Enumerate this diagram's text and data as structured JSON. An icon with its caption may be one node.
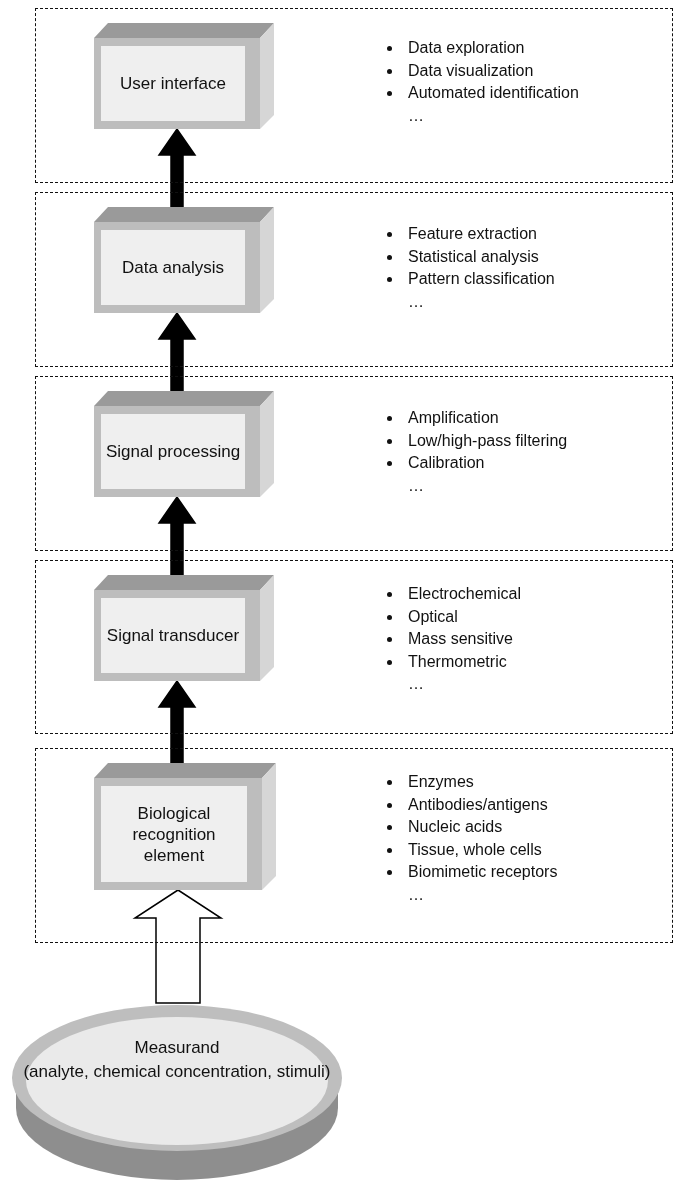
{
  "diagram": {
    "nodes": [
      {
        "text": [
          "Data exploration",
          "Data visualization",
          "Automated identification",
          "…"
        ]
      },
      {
        "text": [
          "User interface"
        ],
        "in": 0
      },
      {
        "text": [
          "Feature extraction",
          "Statistical analysis",
          "Pattern classification",
          "…"
        ]
      },
      {
        "text": [
          "Data analysis"
        ],
        "in": 2
      },
      {
        "text": [
          "Amplification",
          "Low/high-pass filtering",
          "Calibration",
          "…"
        ]
      },
      {
        "text": [
          "Signal processing"
        ],
        "in": 4
      },
      {
        "text": [
          "Electrochemical",
          "Optical",
          "Mass sensitive",
          "Thermometric",
          "…"
        ]
      },
      {
        "text": [
          "Signal transducer"
        ],
        "in": 6
      },
      {
        "text": [
          "Enzymes",
          "Antibodies/antigens",
          "Nucleic acids",
          "Tissue, whole cells",
          "Biomimetic receptors",
          "…"
        ]
      },
      {
        "text": [
          "Biological recognition element"
        ],
        "in": 8
      },
      {
        "text": [
          "Measurand",
          "(analyte, chemical concentration, stimuli)"
        ]
      }
    ],
    "edges": [
      {
        "from": 3,
        "to": 1,
        "arrow": "to"
      },
      {
        "from": 5,
        "to": 3,
        "arrow": "to"
      },
      {
        "from": 7,
        "to": 5,
        "arrow": "to"
      },
      {
        "from": 9,
        "to": 7,
        "arrow": "to"
      },
      {
        "from": 10,
        "to": 9,
        "arrow": "to",
        "style": "thick",
        "color": "#ffffff"
      }
    ]
  }
}
